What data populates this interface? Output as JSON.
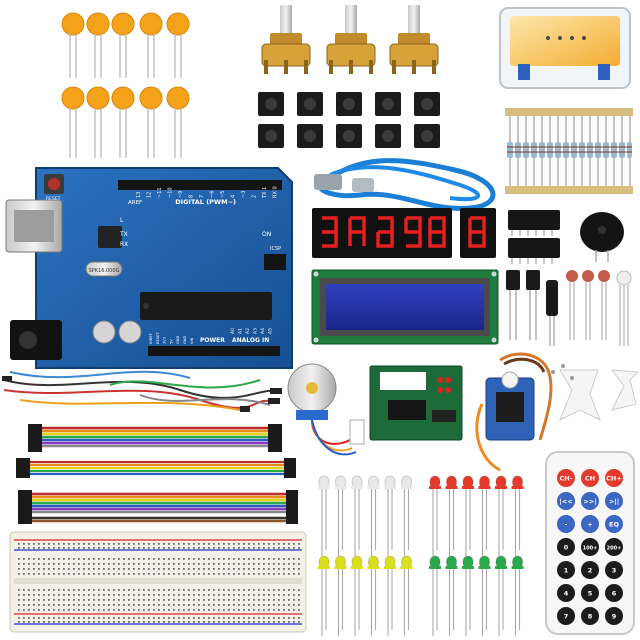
{
  "arduino": {
    "header_digital": "DIGITAL (PWM~)",
    "header_analog": "ANALOG IN",
    "header_power": "POWER",
    "label_aref": "AREF",
    "label_gnd": "GND",
    "label_tx": "TX",
    "label_rx": "RX",
    "label_on": "ON",
    "label_icsp": "ICSP",
    "label_l": "L",
    "label_reset": "RESET",
    "crystal": "SPK16.000G",
    "pin_numbers": [
      "13",
      "12",
      "~11",
      "~10",
      "~9",
      "8",
      "7",
      "~6",
      "~5",
      "4",
      "~3",
      "2",
      "TX 1",
      "RX 0"
    ],
    "power_pins": [
      "IOREF",
      "RESET",
      "3V3",
      "5V",
      "GND",
      "GND",
      "VIN"
    ],
    "analog_pins": [
      "A0",
      "A1",
      "A2",
      "A3",
      "A4",
      "A5"
    ]
  },
  "remote": {
    "buttons": [
      "CH-",
      "CH",
      "CH+",
      "|<<",
      ">>|",
      ">||",
      "-",
      "+",
      "EQ",
      "0",
      "100+",
      "200+",
      "1",
      "2",
      "3",
      "4",
      "5",
      "6",
      "7",
      "8",
      "9"
    ]
  },
  "colors": {
    "arduino_blue": "#1f5ea8",
    "capacitor_orange": "#f4a21a",
    "usb_cable": "#1c7fd6",
    "lcd_blue": "#2333a6",
    "seven_seg_red": "#e5201f",
    "led_red": "#e33a2c",
    "led_green": "#2aa84a",
    "led_yellow": "#d8e01c",
    "stepper_board_green": "#1e6b3a",
    "servo_blue": "#2e63b8"
  }
}
